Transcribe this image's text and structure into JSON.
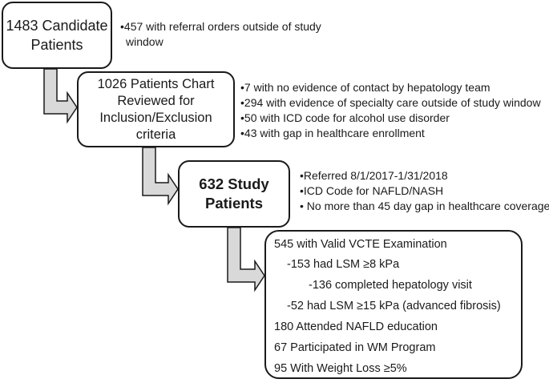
{
  "boxes": {
    "candidates": {
      "line1": "1483 Candidate",
      "line2": "Patients"
    },
    "reviewed": {
      "line1": "1026 Patients Chart",
      "line2": "Reviewed for",
      "line3": "Inclusion/Exclusion",
      "line4": "criteria"
    },
    "study": {
      "line1": "632 Study",
      "line2": "Patients"
    },
    "outcomes": {
      "rows": [
        "545 with Valid VCTE Examination",
        "-153 had LSM ≥8 kPa",
        "-136 completed hepatology visit",
        "-52 had LSM ≥15 kPa  (advanced fibrosis)",
        "180 Attended  NAFLD education",
        "67 Participated in WM Program",
        "95 With Weight Loss ≥5%"
      ]
    }
  },
  "exclusions1": {
    "line1": "•457 with referral orders outside of study",
    "line2": "window"
  },
  "exclusions2": [
    "•7 with no evidence of contact by hepatology team",
    "•294 with evidence of specialty care outside of study window",
    "•50 with ICD code for alcohol use disorder",
    "•43 with gap in healthcare enrollment"
  ],
  "criteria": [
    "•Referred 8/1/2017-1/31/2018",
    "•ICD Code for NAFLD/NASH",
    "• No more than 45 day gap in healthcare coverage"
  ],
  "colors": {
    "arrow_fill": "#d9d9d9",
    "stroke": "#1a1a1a"
  }
}
